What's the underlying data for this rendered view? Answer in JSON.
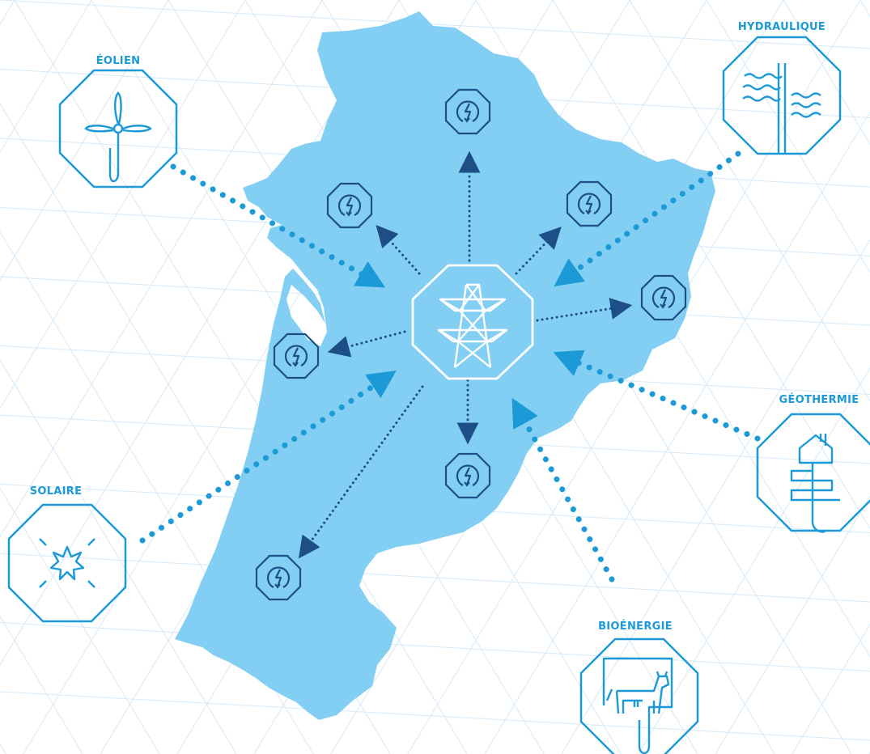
{
  "colors": {
    "background": "#ffffff",
    "grid_line": "#d6e9f8",
    "region_fill": "#82cff3",
    "accent_blue": "#1b9ad7",
    "dark_blue": "#1e4e86",
    "hub_stroke": "#ffffff"
  },
  "sources": {
    "eolien": {
      "label": "ÉOLIEN",
      "icon": "wind-turbine-icon"
    },
    "hydraulique": {
      "label": "HYDRAULIQUE",
      "icon": "hydro-dam-icon"
    },
    "geothermie": {
      "label": "GÉOTHERMIE",
      "icon": "geothermal-house-icon"
    },
    "solaire": {
      "label": "SOLAIRE",
      "icon": "sun-icon"
    },
    "bioenergie": {
      "label": "BIOÉNERGIE",
      "icon": "cow-icon"
    }
  },
  "hub": {
    "icon": "pylon-icon"
  },
  "consumer": {
    "icon": "lightning-plug-icon"
  }
}
